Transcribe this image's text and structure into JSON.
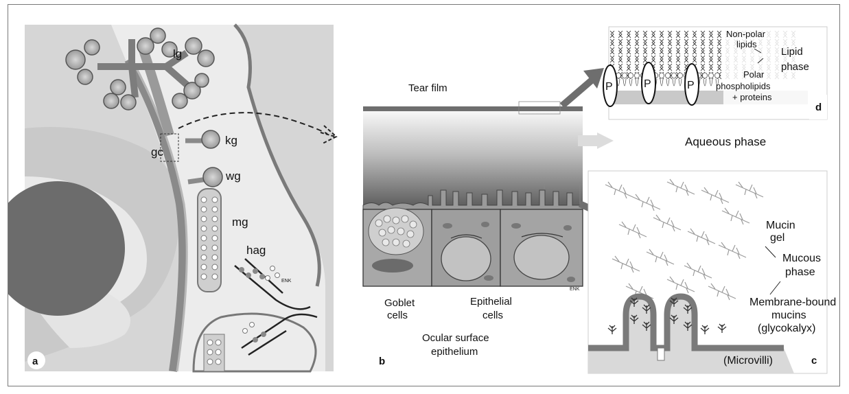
{
  "panel_a": {
    "letter": "a",
    "labels": {
      "lg": "lg",
      "kg": "kg",
      "gc": "gc",
      "wg": "wg",
      "mg": "mg",
      "hag": "hag",
      "enk": "ENK"
    }
  },
  "panel_b": {
    "letter": "b",
    "tear_film": "Tear film",
    "goblet_1": "Goblet",
    "goblet_2": "cells",
    "epithelial_1": "Epithelial",
    "epithelial_2": "cells",
    "ocular_1": "Ocular surface",
    "ocular_2": "epithelium",
    "enk": "ENK"
  },
  "aqueous_phase": "Aqueous phase",
  "panel_d": {
    "letter": "d",
    "nonpolar_1": "Non-polar",
    "nonpolar_2": "lipids",
    "lipid_1": "Lipid",
    "lipid_2": "phase",
    "polar_1": "Polar",
    "polar_2": "phospholipids",
    "polar_3": "+ proteins",
    "protein_letter": "P"
  },
  "panel_c": {
    "letter": "c",
    "mucin_1": "Mucin",
    "mucin_2": "gel",
    "mucous_1": "Mucous",
    "mucous_2": "phase",
    "membrane_1": "Membrane-bound",
    "membrane_2": "mucins",
    "membrane_3": "(glycokalyx)",
    "microvilli": "(Microvilli)"
  }
}
